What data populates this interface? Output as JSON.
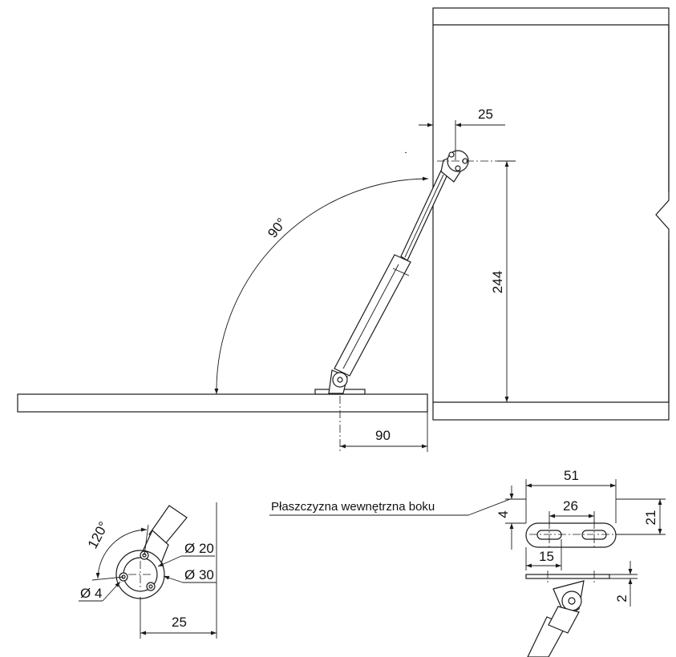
{
  "main_view": {
    "dim_offset_top": "25",
    "dim_height": "244",
    "dim_offset_bottom": "90",
    "angle_opening": "90°"
  },
  "mount_detail": {
    "angle_holes": "120°",
    "dim_diameter_outer_small": "Ø 20",
    "dim_diameter_outer_large": "Ø 30",
    "dim_hole_diameter": "Ø 4",
    "dim_offset": "25"
  },
  "plate_detail": {
    "label_inner_plane": "Płaszczyzna wewnętrzna boku",
    "dim_total_width": "51",
    "dim_slot_spacing": "26",
    "dim_slot_offset": "15",
    "dim_edge_offset": "4",
    "dim_height": "21",
    "dim_thickness": "2"
  }
}
